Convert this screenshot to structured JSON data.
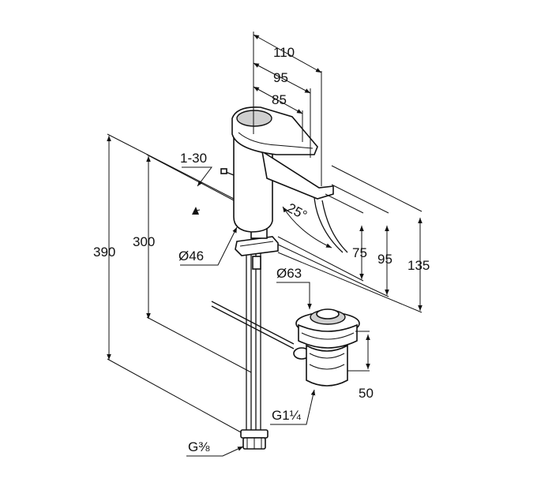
{
  "colors": {
    "line": "#111111",
    "chrome": "#cfcfcf",
    "background": "#ffffff"
  },
  "dimensions": {
    "width_110": "110",
    "width_95": "95",
    "width_85": "85",
    "flow_rate": "1-30",
    "height_390": "390",
    "height_300": "300",
    "diameter_46": "Ø46",
    "angle_25": "25°",
    "height_75": "75",
    "height_95": "95",
    "height_135": "135",
    "diameter_63": "Ø63",
    "waste_50": "50",
    "thread_waste": "G1¼",
    "thread_supply": "G⅜"
  }
}
